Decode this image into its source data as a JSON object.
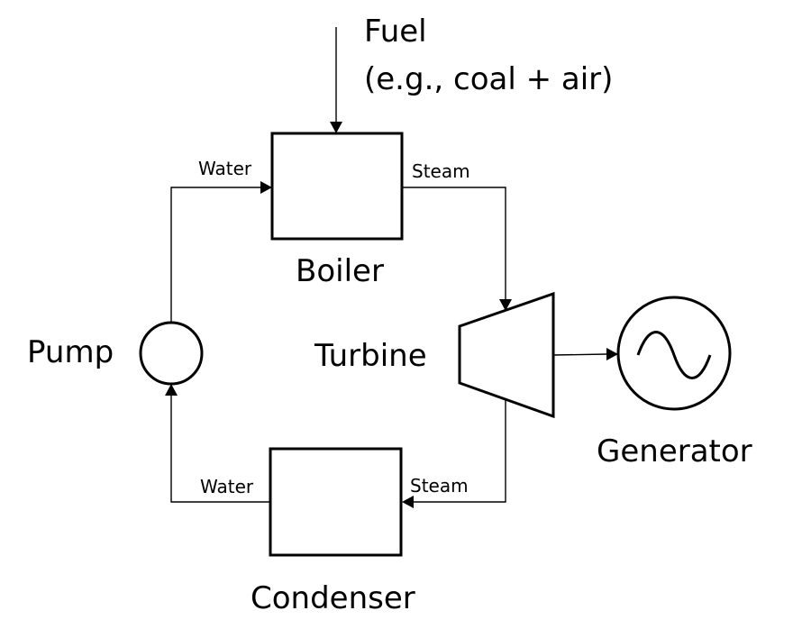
{
  "labels": {
    "fuel_line1": "Fuel",
    "fuel_line2": "(e.g., coal + air)",
    "boiler": "Boiler",
    "turbine": "Turbine",
    "pump": "Pump",
    "generator": "Generator",
    "condenser": "Condenser",
    "water_in_boiler": "Water",
    "steam_out_boiler": "Steam",
    "steam_in_condenser": "Steam",
    "water_out_condenser": "Water"
  },
  "colors": {
    "stroke": "#000000",
    "background": "#ffffff"
  },
  "icons": {
    "generator": "sine-wave-icon"
  }
}
